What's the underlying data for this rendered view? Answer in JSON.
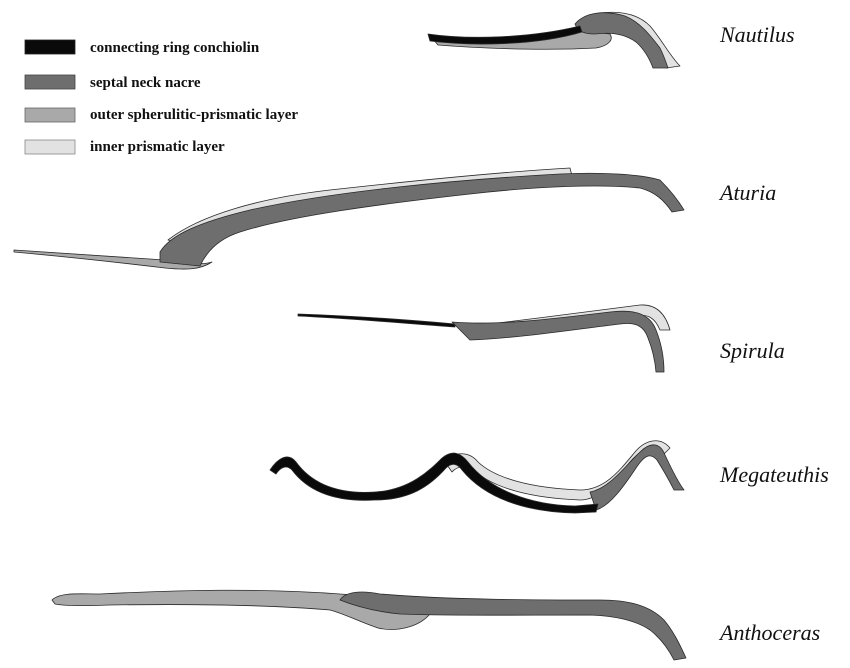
{
  "legend": {
    "items": [
      {
        "label": "connecting ring conchiolin",
        "color": "#0a0a0a"
      },
      {
        "label": "septal neck nacre",
        "color": "#6e6e6e"
      },
      {
        "label": "outer spherulitic-prismatic layer",
        "color": "#a9a9a9"
      },
      {
        "label": "inner prismatic layer",
        "color": "#e2e2e2"
      }
    ]
  },
  "taxa": [
    {
      "label": "Nautilus"
    },
    {
      "label": "Aturia"
    },
    {
      "label": "Spirula"
    },
    {
      "label": "Megateuthis"
    },
    {
      "label": "Anthoceras"
    }
  ],
  "colors": {
    "conchiolin": "#0a0a0a",
    "nacre": "#6e6e6e",
    "outer_spherulitic": "#a9a9a9",
    "inner_prismatic": "#e2e2e2",
    "outline": "#2a2a2a"
  }
}
